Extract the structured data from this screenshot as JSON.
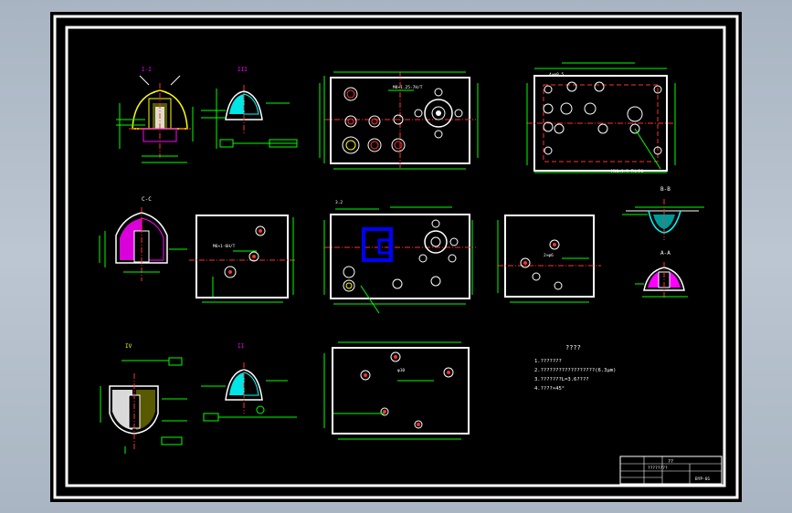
{
  "drawing": {
    "colors": {
      "background": "#000000",
      "border": "#ffffff",
      "dimension": "#00ff00",
      "centerline": "#ff3030",
      "part_cyan": "#00ffff",
      "part_magenta": "#ff00ff",
      "part_yellow": "#ffff00",
      "highlight_blue": "#0000ff"
    },
    "notes": {
      "heading": "????",
      "lines": [
        "1.???????",
        "2.??????????????????(6.3μm)",
        "3.???????L=3.6????",
        "4.????×45°"
      ]
    },
    "title_block": {
      "name": "??",
      "subtitle": "????????",
      "drawing_no": "BYP-01"
    },
    "view_labels": {
      "view_a": "I-I",
      "view_b": "III",
      "view_c": "C-C",
      "view_d": "IV",
      "view_e": "B-B",
      "view_f": "A-A",
      "view_g": "II"
    },
    "callouts": {
      "m8_thread": "M8×1.25-7H/T",
      "m6_thread": "M6×1-6H/T",
      "m10_thread": "M10×1.5-7H/20",
      "hole_a": "4×φ8.5",
      "hole_b": "φ10",
      "hole_c": "2×φ6",
      "roughness": "3.2"
    }
  }
}
